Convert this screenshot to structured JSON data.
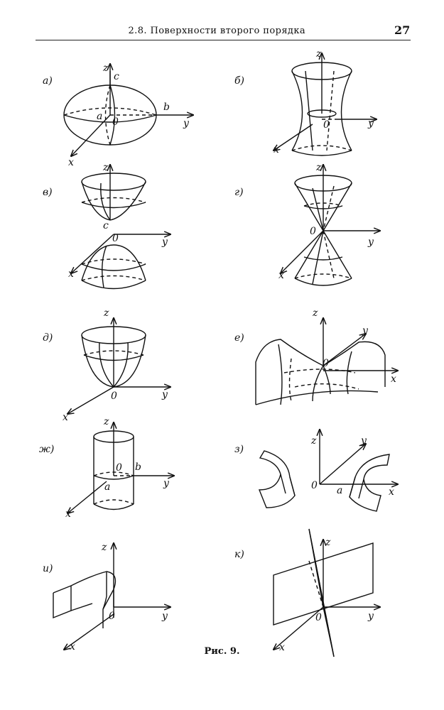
{
  "header": {
    "section": "2.8. Поверхности второго порядка",
    "page_number": "27"
  },
  "axes": {
    "x": "x",
    "y": "y",
    "z": "z",
    "origin": "0"
  },
  "figures": [
    {
      "label": "а)",
      "points": [
        "a",
        "b",
        "c"
      ]
    },
    {
      "label": "б)"
    },
    {
      "label": "в)",
      "points": [
        "c"
      ]
    },
    {
      "label": "г)"
    },
    {
      "label": "д)"
    },
    {
      "label": "е)"
    },
    {
      "label": "ж)",
      "points": [
        "a",
        "b"
      ]
    },
    {
      "label": "з)",
      "points": [
        "a"
      ]
    },
    {
      "label": "и)"
    },
    {
      "label": "к)"
    }
  ],
  "caption": "Рис. 9."
}
